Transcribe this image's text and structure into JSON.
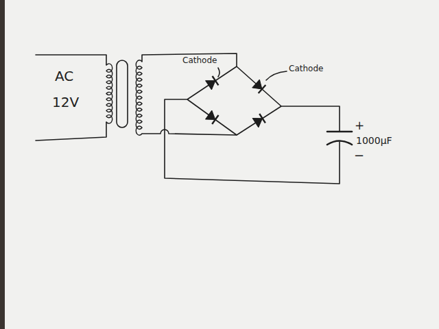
{
  "diagram": {
    "labels": [
      "AC",
      "12V",
      "Cathode",
      "Cathode",
      "+",
      "1000µF",
      "−"
    ]
  }
}
